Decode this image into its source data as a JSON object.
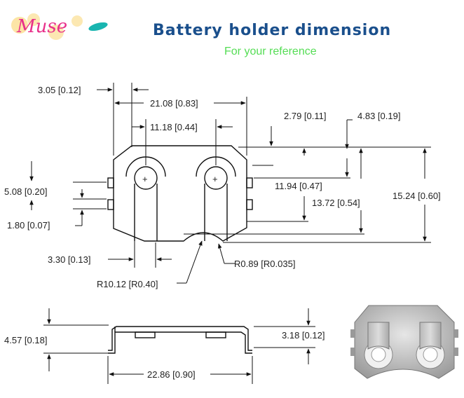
{
  "logo": {
    "text": "Muse",
    "color_primary": "#e8308a",
    "color_accent": "#f5b400",
    "color_teal": "#19b5b0"
  },
  "header": {
    "title": "Battery holder dimension",
    "subtitle": "For your reference"
  },
  "colors": {
    "title": "#1a4f8c",
    "subtitle": "#55dd55",
    "line": "#111111"
  },
  "dimensions": {
    "d1": "3.05 [0.12]",
    "d2": "21.08 [0.83]",
    "d3": "11.18 [0.44]",
    "d4": "2.79 [0.11]",
    "d5": "4.83 [0.19]",
    "d6": "5.08 [0.20]",
    "d7": "11.94 [0.47]",
    "d8": "13.72 [0.54]",
    "d9": "15.24 [0.60]",
    "d10": "1.80 [0.07]",
    "d11": "3.30 [0.13]",
    "d12": "R0.89 [R0.035]",
    "d13": "R10.12 [R0.40]",
    "d14": "4.57 [0.18]",
    "d15": "3.18 [0.12]",
    "d16": "22.86 [0.90]"
  },
  "markers": {
    "plus": "+"
  }
}
